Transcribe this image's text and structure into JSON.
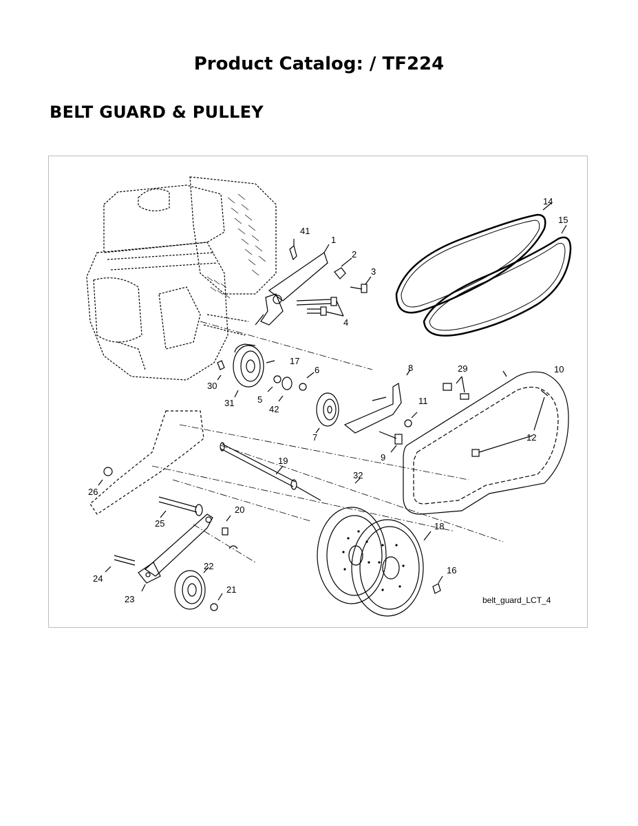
{
  "document": {
    "title": "Product Catalog: / TF224",
    "section": "BELT GUARD & PULLEY"
  },
  "figure": {
    "id": "belt_guard_LCT_4",
    "callouts": [
      "41",
      "1",
      "2",
      "3",
      "4",
      "14",
      "15",
      "17",
      "30",
      "31",
      "5",
      "42",
      "6",
      "7",
      "8",
      "29",
      "10",
      "11",
      "12",
      "9",
      "19",
      "26",
      "25",
      "20",
      "32",
      "18",
      "16",
      "24",
      "22",
      "23",
      "21"
    ]
  }
}
